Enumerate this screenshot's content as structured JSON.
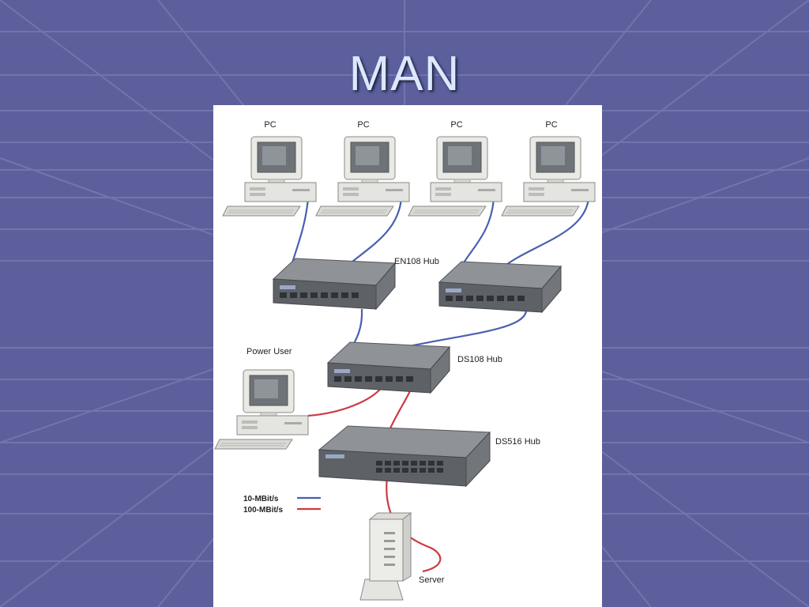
{
  "slide": {
    "title": "MAN"
  },
  "diagram": {
    "pc_labels": [
      "PC",
      "PC",
      "PC",
      "PC"
    ],
    "hub_en108": "EN108 Hub",
    "hub_ds108": "DS108 Hub",
    "hub_ds516": "DS516 Hub",
    "power_user": "Power User",
    "server": "Server",
    "legend": [
      {
        "label": "10-MBit/s",
        "color": "#4a5fb0"
      },
      {
        "label": "100-MBit/s",
        "color": "#cc3a44"
      }
    ]
  },
  "colors": {
    "background": "#5d5f9c",
    "title": "#dbe9ff",
    "link_10": "#4a5fb0",
    "link_100": "#cc3a44",
    "hub_top": "#8f9296",
    "hub_front": "#5e6266"
  }
}
